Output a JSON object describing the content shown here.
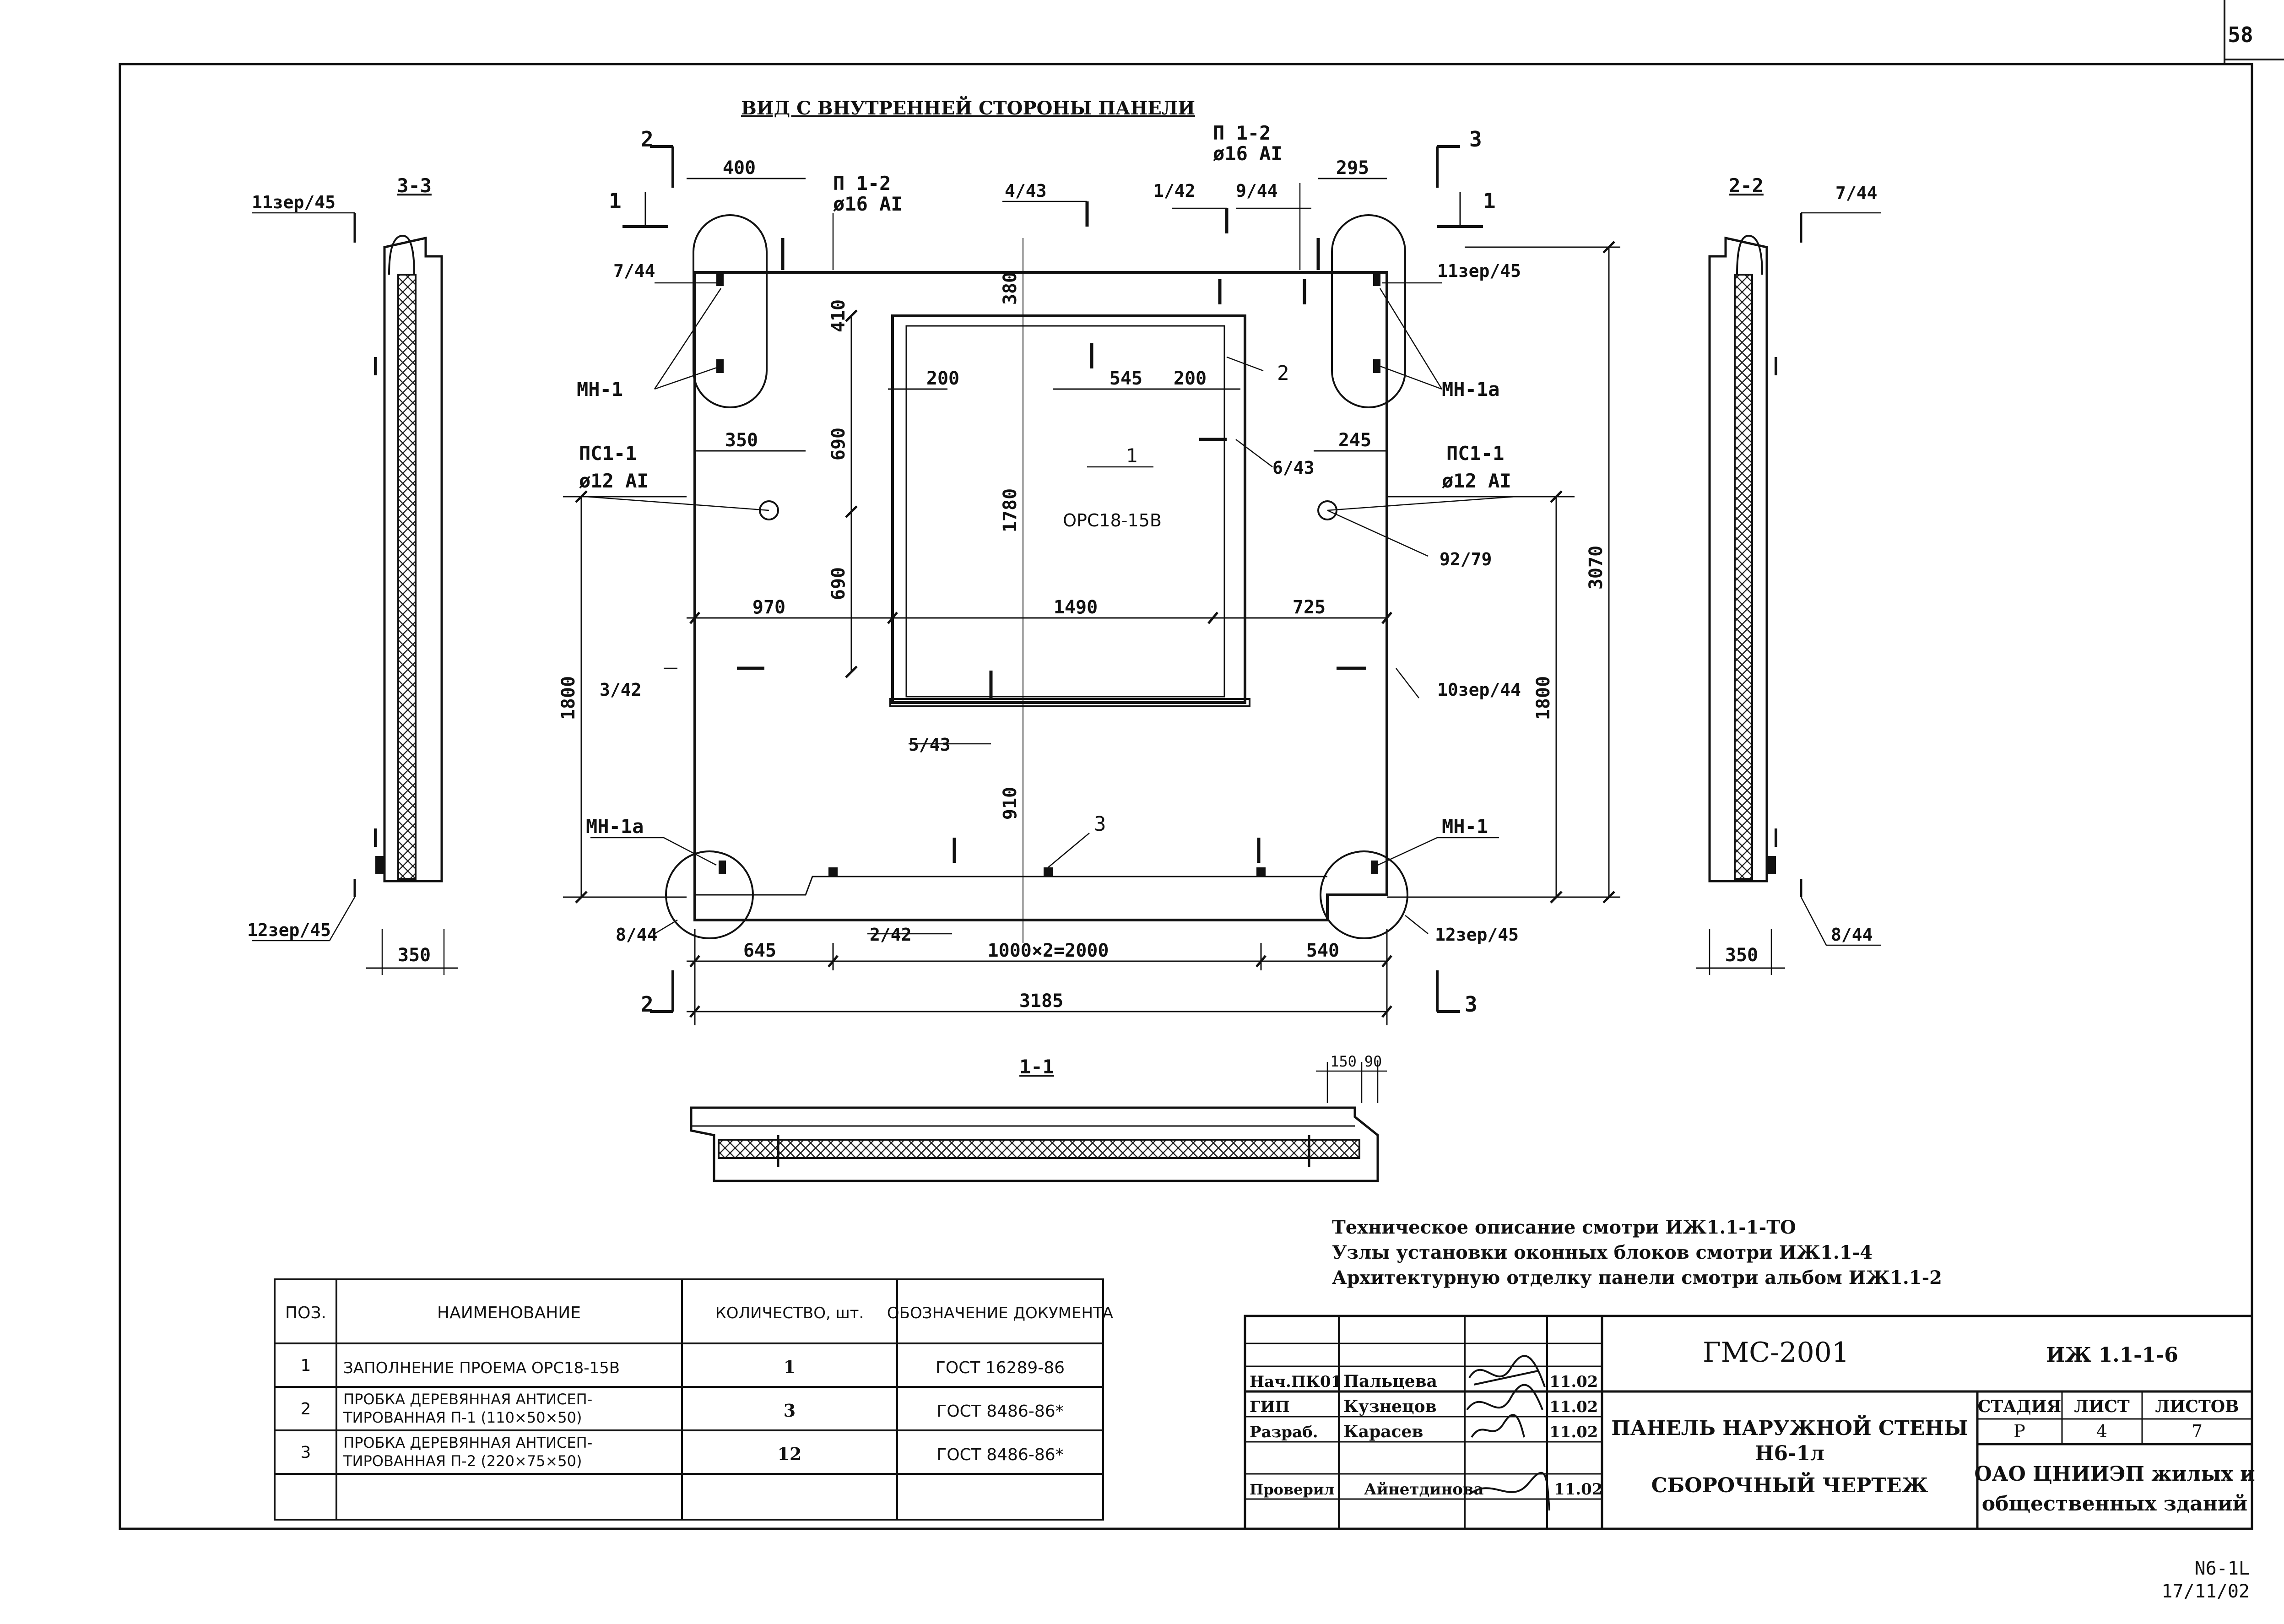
{
  "page_number": "58",
  "main_view": {
    "title": "ВИД С ВНУТРЕННЕЙ СТОРОНЫ ПАНЕЛИ",
    "window_pos": "1",
    "window_name": "ОРС18-15В",
    "dims": {
      "overall_w": "3185",
      "bottom_left": "645",
      "bottom_mid": "1000×2=2000",
      "bottom_right": "540",
      "row_left": "970",
      "row_mid": "1490",
      "row_right": "725",
      "top_left": "400",
      "top_right": "295",
      "h_left": "1800",
      "h_right": "1800",
      "h_total": "3070",
      "win_top": "410",
      "win_h1": "690",
      "win_h2": "690",
      "win_full": "1780",
      "sill": "910",
      "top_gap": "380",
      "plug_l": "200",
      "plug_r1": "545",
      "plug_r2": "200",
      "loop_l": "350",
      "loop_r": "245"
    },
    "labels": {
      "p12": "П 1-2",
      "p12_bar": "ø16 AI",
      "ps11": "ПС1-1",
      "ps11_bar": "ø12 AI",
      "mn1": "МН-1",
      "mn1a": "МН-1а",
      "c1": "1",
      "c2": "2",
      "c3": "3",
      "n4_43": "4/43",
      "n1_42": "1/42",
      "n9_44": "9/44",
      "n7_44": "7/44",
      "n11zer": "11зер/45",
      "n6_43": "6/43",
      "n92_79": "92/79",
      "n3_42": "3/42",
      "n10zer": "10зер/44",
      "n5_43": "5/43",
      "n8_44": "8/44",
      "n2_42": "2/42",
      "n12zer": "12зер/45"
    }
  },
  "section_3_3": {
    "title": "3-3",
    "n_top": "11зер/45",
    "n_bot": "12зер/45",
    "dim": "350"
  },
  "section_2_2": {
    "title": "2-2",
    "n_top": "7/44",
    "n_bot": "8/44",
    "dim": "350"
  },
  "section_1_1": {
    "title": "1-1",
    "d1": "150",
    "d2": "90"
  },
  "notes": [
    "Техническое описание смотри ИЖ1.1-1-ТО",
    "Узлы установки оконных блоков смотри ИЖ1.1-4",
    "Архитектурную отделку панели смотри альбом ИЖ1.1-2"
  ],
  "spec_table": {
    "headers": [
      "ПОЗ.",
      "НАИМЕНОВАНИЕ",
      "КОЛИЧЕСТВО, шт.",
      "ОБОЗНАЧЕНИЕ ДОКУМЕНТА"
    ],
    "rows": [
      {
        "pos": "1",
        "name1": "ЗАПОЛНЕНИЕ ПРОЕМА ОРС18-15В",
        "name2": "",
        "qty": "1",
        "doc": "ГОСТ 16289-86"
      },
      {
        "pos": "2",
        "name1": "ПРОБКА ДЕРЕВЯННАЯ АНТИСЕП-",
        "name2": "ТИРОВАННАЯ П-1 (110×50×50)",
        "qty": "3",
        "doc": "ГОСТ 8486-86*"
      },
      {
        "pos": "3",
        "name1": "ПРОБКА ДЕРЕВЯННАЯ АНТИСЕП-",
        "name2": "ТИРОВАННАЯ П-2 (220×75×50)",
        "qty": "12",
        "doc": "ГОСТ 8486-86*"
      }
    ]
  },
  "title_block": {
    "project": "ГМС-2001",
    "code": "ИЖ 1.1-1-6",
    "title1": "ПАНЕЛЬ НАРУЖНОЙ СТЕНЫ",
    "title2": "Н6-1л",
    "title3": "СБОРОЧНЫЙ ЧЕРТЕЖ",
    "stage_label": "СТАДИЯ",
    "sheet_label": "ЛИСТ",
    "sheets_label": "ЛИСТОВ",
    "stage": "Р",
    "sheet": "4",
    "sheets": "7",
    "org1": "ОАО ЦНИИЭП жилых и",
    "org2": "общественных зданий",
    "signers": [
      {
        "role": "Нач.ПК01",
        "name": "Пальцева",
        "date": "11.02"
      },
      {
        "role": "ГИП",
        "name": "Кузнецов",
        "date": "11.02"
      },
      {
        "role": "Разраб.",
        "name": "Карасев",
        "date": "11.02"
      },
      {
        "role": "Проверил",
        "name": "Айнетдинова",
        "date": "11.02"
      }
    ]
  },
  "stamp": {
    "line1": "N6-1L",
    "line2": "17/11/02"
  }
}
